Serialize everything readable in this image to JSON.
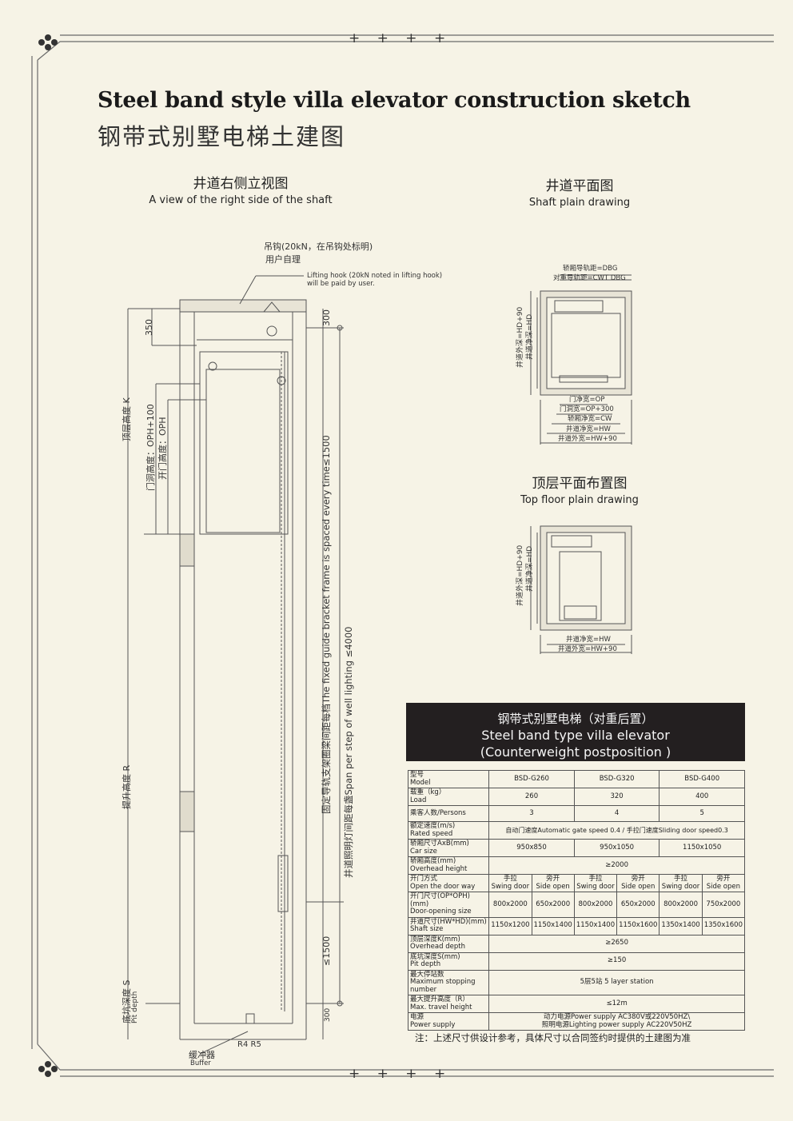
{
  "title_en": "Steel band style villa elevator construction sketch",
  "title_cn": "钢带式别墅电梯土建图",
  "side_view": {
    "caption_cn": "井道右侧立视图",
    "caption_en": "A view of the right side of the shaft",
    "hook_cn": "吊钩(20kN，在吊钩处标明)",
    "hook_cn2": "用户自理",
    "hook_en": "Lifting hook (20kN noted in lifting hook)",
    "hook_en2": "will be paid by user.",
    "dim_350": "350",
    "dim_300_top": "300",
    "dim_300_bottom": "300",
    "floor_height": "顶层高度 K",
    "door_hole": "门洞高度：OPH+100",
    "door_open": "开门高度：OPH",
    "travel": "提升高度 R",
    "pit": "底坑深度 S",
    "pit_en": "Pit depth",
    "guide_note": "固定导轨支架圈梁间距每档The fixed guide bracket frame is spaced every time≤1500",
    "light_note": "井道照明灯间距每盏Span per step of well lighting   ≤4000",
    "dim_1500": "≤1500",
    "buffer_cn": "缓冲器",
    "buffer_en": "Buffer",
    "r_label": "R4 R5"
  },
  "shaft_plan": {
    "caption_cn": "井道平面图",
    "caption_en": "Shaft plain drawing",
    "dbg": "轿厢导轨距=DBG",
    "cwt": "对重导轨距=CWT DBG",
    "op": "门净宽=OP",
    "op300": "门洞宽=OP+300",
    "cw": "轿厢净宽=CW",
    "hw": "井道净宽=HW",
    "hw90": "井道外宽=HW+90",
    "hd90": "井道外深=HD+90",
    "hd": "井道净深=HD"
  },
  "top_plan": {
    "caption_cn": "顶层平面布置图",
    "caption_en": "Top floor plain drawing",
    "hd90": "井道外深=HD+90",
    "hd": "井道净深=HD",
    "hw": "井道净宽=HW",
    "hw90": "井道外宽=HW+90"
  },
  "spec": {
    "header_cn": "钢带式别墅电梯（对重后置）",
    "header_en1": "Steel band type villa elevator",
    "header_en2": "(Counterweight postposition )",
    "rows": {
      "model": {
        "cn": "型号",
        "en": "Model",
        "v": [
          "BSD-G260",
          "BSD-G320",
          "BSD-G400"
        ]
      },
      "load": {
        "cn": "载重（kg）",
        "en": "Load",
        "v": [
          "260",
          "320",
          "400"
        ]
      },
      "persons": {
        "cn": "乘客人数/Persons",
        "v": [
          "3",
          "4",
          "5"
        ]
      },
      "speed": {
        "cn": "额定速度(m/s)",
        "en": "Rated speed",
        "v": "自动门速度Automatic gate speed 0.4 / 手拉门速度Sliding door speed0.3"
      },
      "car": {
        "cn": "轿厢尺寸AxB(mm)",
        "en": "Car size",
        "v": [
          "950x850",
          "950x1050",
          "1150x1050"
        ]
      },
      "overhead": {
        "cn": "轿厢高度(mm)",
        "en": "Overhead height",
        "v": "≥2000"
      },
      "door_way": {
        "cn": "开门方式",
        "en": "Open the door way",
        "v": [
          "手拉\nSwing door",
          "旁开\nSide open",
          "手拉\nSwing door",
          "旁开\nSide open",
          "手拉\nSwing door",
          "旁开\nSide open"
        ]
      },
      "door_size": {
        "cn": "开门尺寸(OP*OPH)(mm)",
        "en": "Door-opening size",
        "v": [
          "800x2000",
          "650x2000",
          "800x2000",
          "650x2000",
          "800x2000",
          "750x2000"
        ]
      },
      "shaft": {
        "cn": "井道尺寸(HW*HD)(mm)",
        "en": "Shaft size",
        "v": [
          "1150x1200",
          "1150x1400",
          "1150x1400",
          "1150x1600",
          "1350x1400",
          "1350x1600"
        ]
      },
      "overhead_depth": {
        "cn": "顶层深度K(mm)",
        "en": "Overhead depth",
        "v": "≥2650"
      },
      "pit_depth": {
        "cn": "底坑深度S(mm)",
        "en": "Pit depth",
        "v": "≥150"
      },
      "stops": {
        "cn": "最大停站数",
        "en": "Maximum stopping number",
        "v": "5层5站  5 layer station"
      },
      "travel": {
        "cn": "最大提升高度（R）",
        "en": "Max. travel height",
        "v": "≤12m"
      },
      "power": {
        "cn": "电源",
        "en": "Power supply",
        "v1": "动力电源Power supply AC380V或220V50HZ\\",
        "v2": "照明电源Lighting power supply AC220V50HZ"
      }
    }
  },
  "note": "注：上述尺寸供设计参考，具体尺寸以合同签约时提供的土建图为准",
  "ornaments": {
    "top": "+ + + +",
    "bottom": "+ + + +"
  }
}
